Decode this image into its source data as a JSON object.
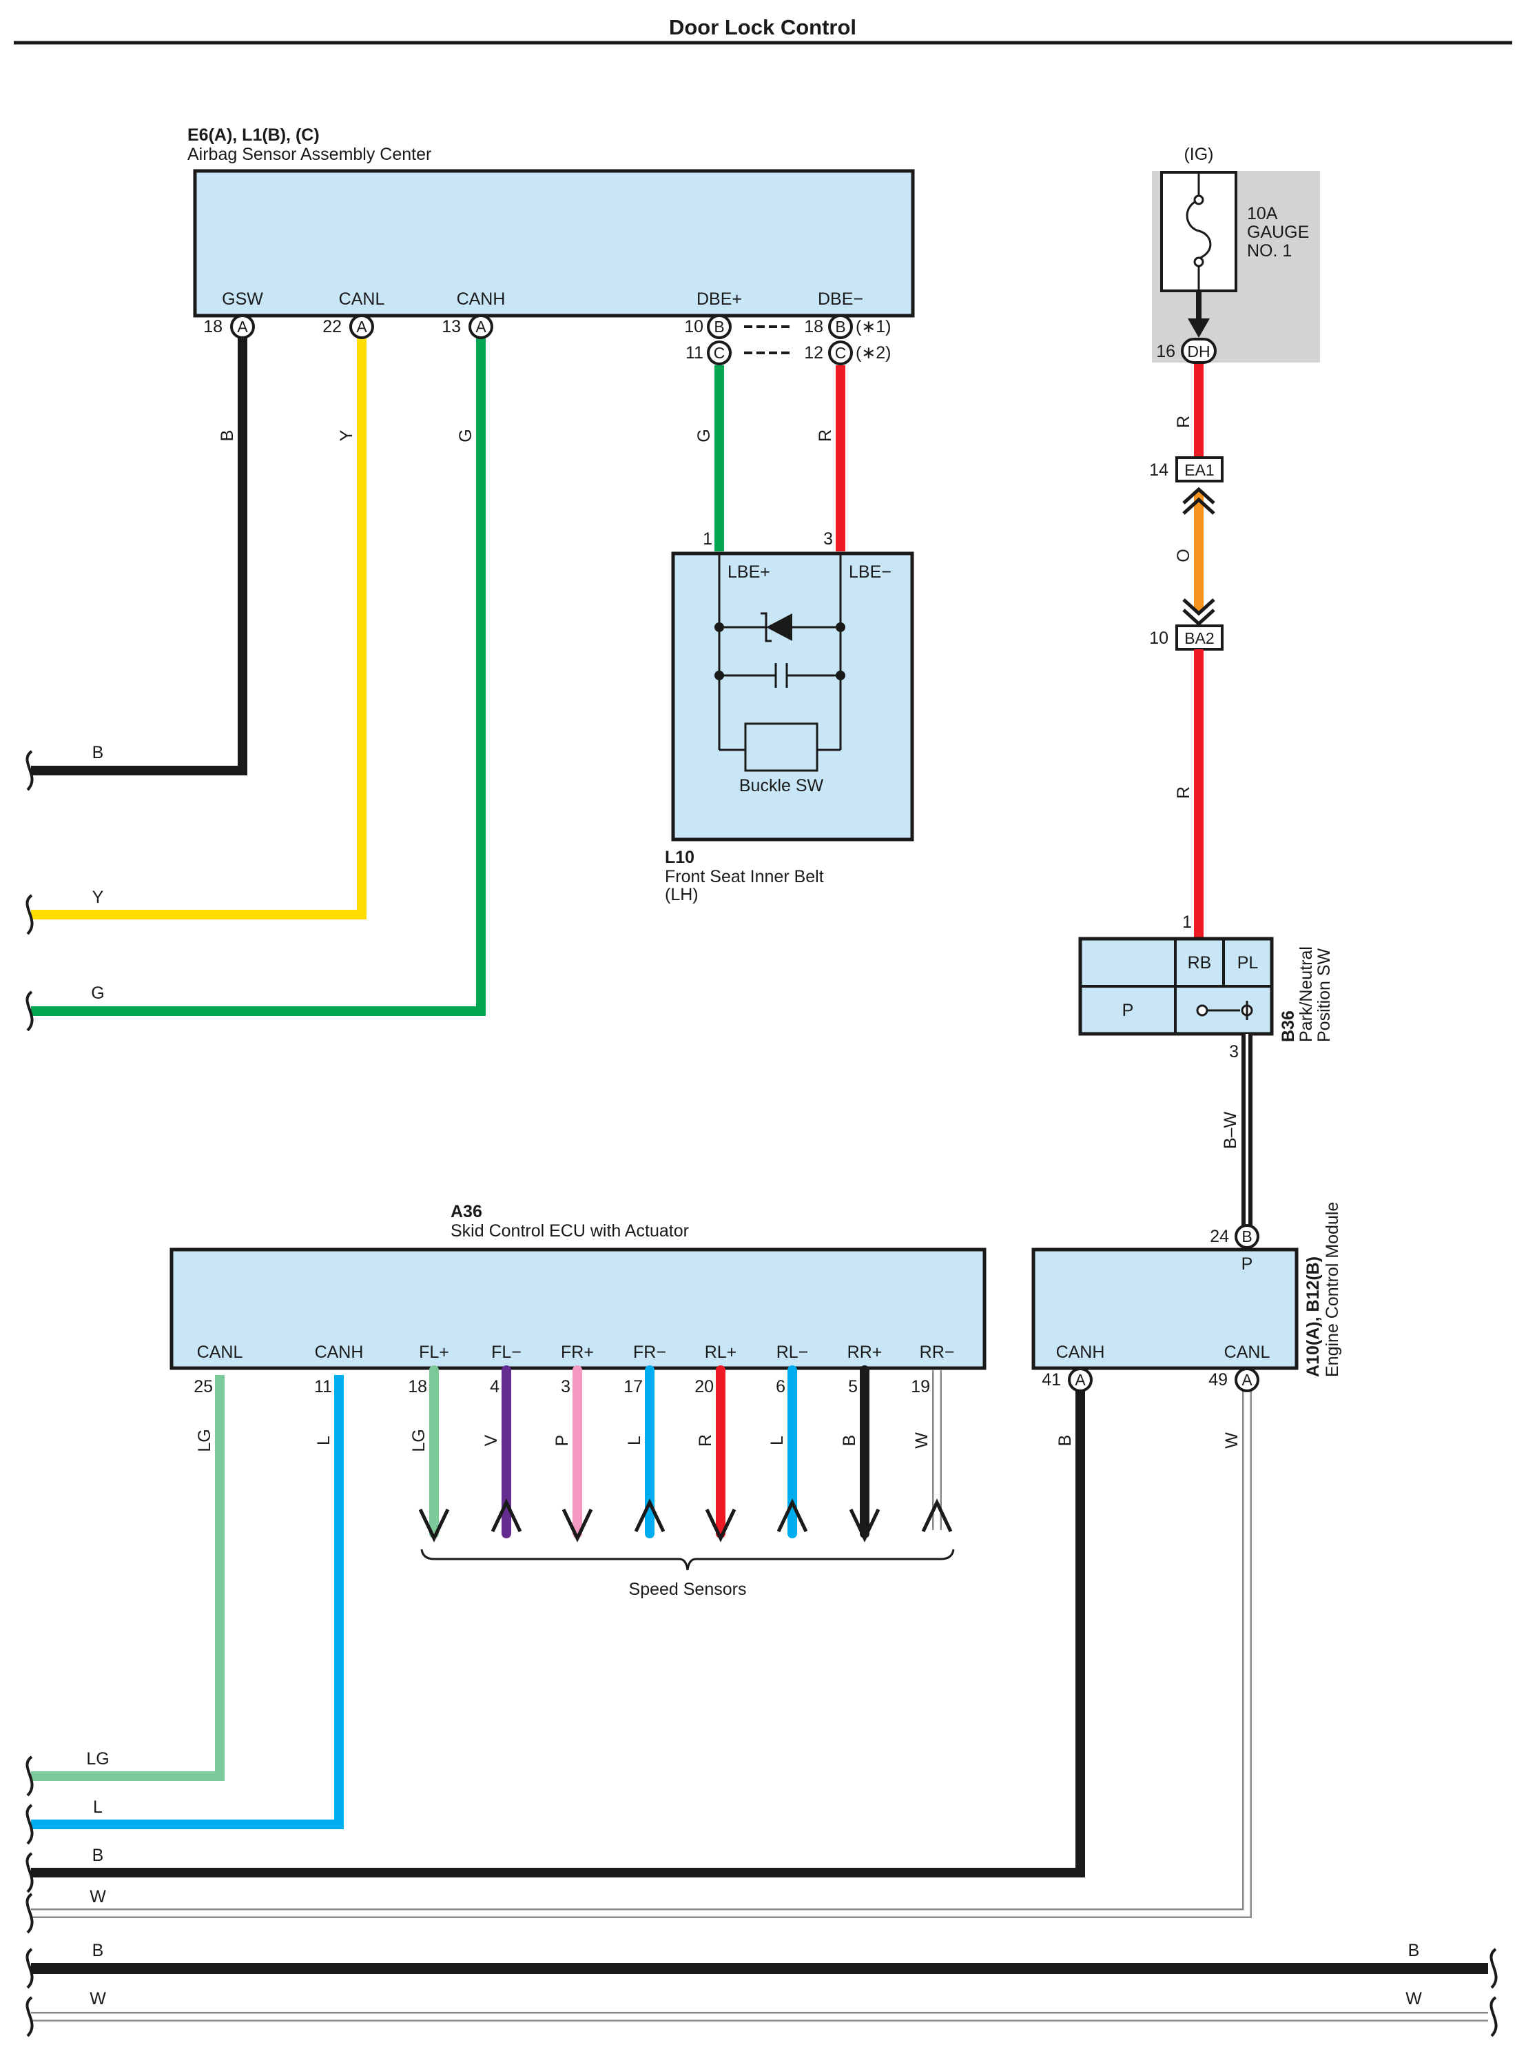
{
  "title": "Door Lock Control",
  "colors": {
    "box_fill": "#c9e6f7",
    "fuse_bg": "#d2d3d5",
    "B": "#1a1a1a",
    "Y": "#ffdd00",
    "G": "#00a651",
    "R": "#ed1c24",
    "O": "#f7941d",
    "LG": "#7cc99a",
    "L": "#00aeef",
    "V": "#662d91",
    "P": "#f49ac1",
    "W": "#ffffff",
    "BW": "#1a1a1a"
  },
  "airbag": {
    "code": "E6(A), L1(B), (C)",
    "name": "Airbag Sensor Assembly Center",
    "terminals": [
      {
        "label": "GSW",
        "pin": "18",
        "conn": "A"
      },
      {
        "label": "CANL",
        "pin": "22",
        "conn": "A"
      },
      {
        "label": "CANH",
        "pin": "13",
        "conn": "A"
      },
      {
        "label": "DBE+",
        "pins": [
          {
            "pin": "10",
            "conn": "B"
          },
          {
            "pin": "11",
            "conn": "C"
          }
        ]
      },
      {
        "label": "DBE−",
        "pins": [
          {
            "pin": "18",
            "conn": "B",
            "note": "(∗1)"
          },
          {
            "pin": "12",
            "conn": "C",
            "note": "(∗2)"
          }
        ]
      }
    ]
  },
  "belt": {
    "code": "L10",
    "name_line1": "Front Seat Inner Belt",
    "name_line2": "(LH)",
    "term_pos": "LBE+",
    "term_neg": "LBE−",
    "pin_pos": "1",
    "pin_neg": "3",
    "switch_label": "Buckle SW"
  },
  "fuse": {
    "ig": "(IG)",
    "line1": "10A",
    "line2": "GAUGE",
    "line3": "NO. 1",
    "pin": "16",
    "conn": "DH"
  },
  "junctions": [
    {
      "pin": "14",
      "conn": "EA1"
    },
    {
      "pin": "10",
      "conn": "BA2"
    }
  ],
  "pn_switch": {
    "code": "B36",
    "name_line1": "Park/Neutral",
    "name_line2": "Position SW",
    "rb": "RB",
    "pl": "PL",
    "p": "P",
    "pin_in": "1",
    "pin_out": "3"
  },
  "skid": {
    "code": "A36",
    "name": "Skid Control ECU with Actuator",
    "terminals": [
      {
        "label": "CANL",
        "pin": "25",
        "wire": "LG"
      },
      {
        "label": "CANH",
        "pin": "11",
        "wire": "L"
      },
      {
        "label": "FL+",
        "pin": "18",
        "wire": "LG"
      },
      {
        "label": "FL−",
        "pin": "4",
        "wire": "V"
      },
      {
        "label": "FR+",
        "pin": "3",
        "wire": "P"
      },
      {
        "label": "FR−",
        "pin": "17",
        "wire": "L"
      },
      {
        "label": "RL+",
        "pin": "20",
        "wire": "R"
      },
      {
        "label": "RL−",
        "pin": "6",
        "wire": "L"
      },
      {
        "label": "RR+",
        "pin": "5",
        "wire": "B"
      },
      {
        "label": "RR−",
        "pin": "19",
        "wire": "W"
      }
    ],
    "speed_sensors": "Speed Sensors"
  },
  "ecm": {
    "code": "A10(A), B12(B)",
    "name": "Engine Control Module",
    "p_label": "P",
    "p_pin": "24",
    "p_conn": "B",
    "canh": "CANH",
    "canl": "CANL",
    "canh_pin": "41",
    "canl_pin": "49",
    "conn": "A"
  },
  "wire_labels": {
    "gsw": "B",
    "canl": "Y",
    "canh": "G",
    "dbe_pos": "G",
    "dbe_neg": "R",
    "fuse_to_ea1": "R",
    "ea1_to_ba2": "O",
    "ba2_to_sw": "R",
    "sw_to_ecm": "B–W",
    "ecm_canh": "B",
    "ecm_canl": "W"
  },
  "left_labels": [
    "B",
    "Y",
    "G",
    "LG",
    "L",
    "B",
    "W",
    "B",
    "W"
  ],
  "right_labels": [
    "B",
    "W"
  ]
}
